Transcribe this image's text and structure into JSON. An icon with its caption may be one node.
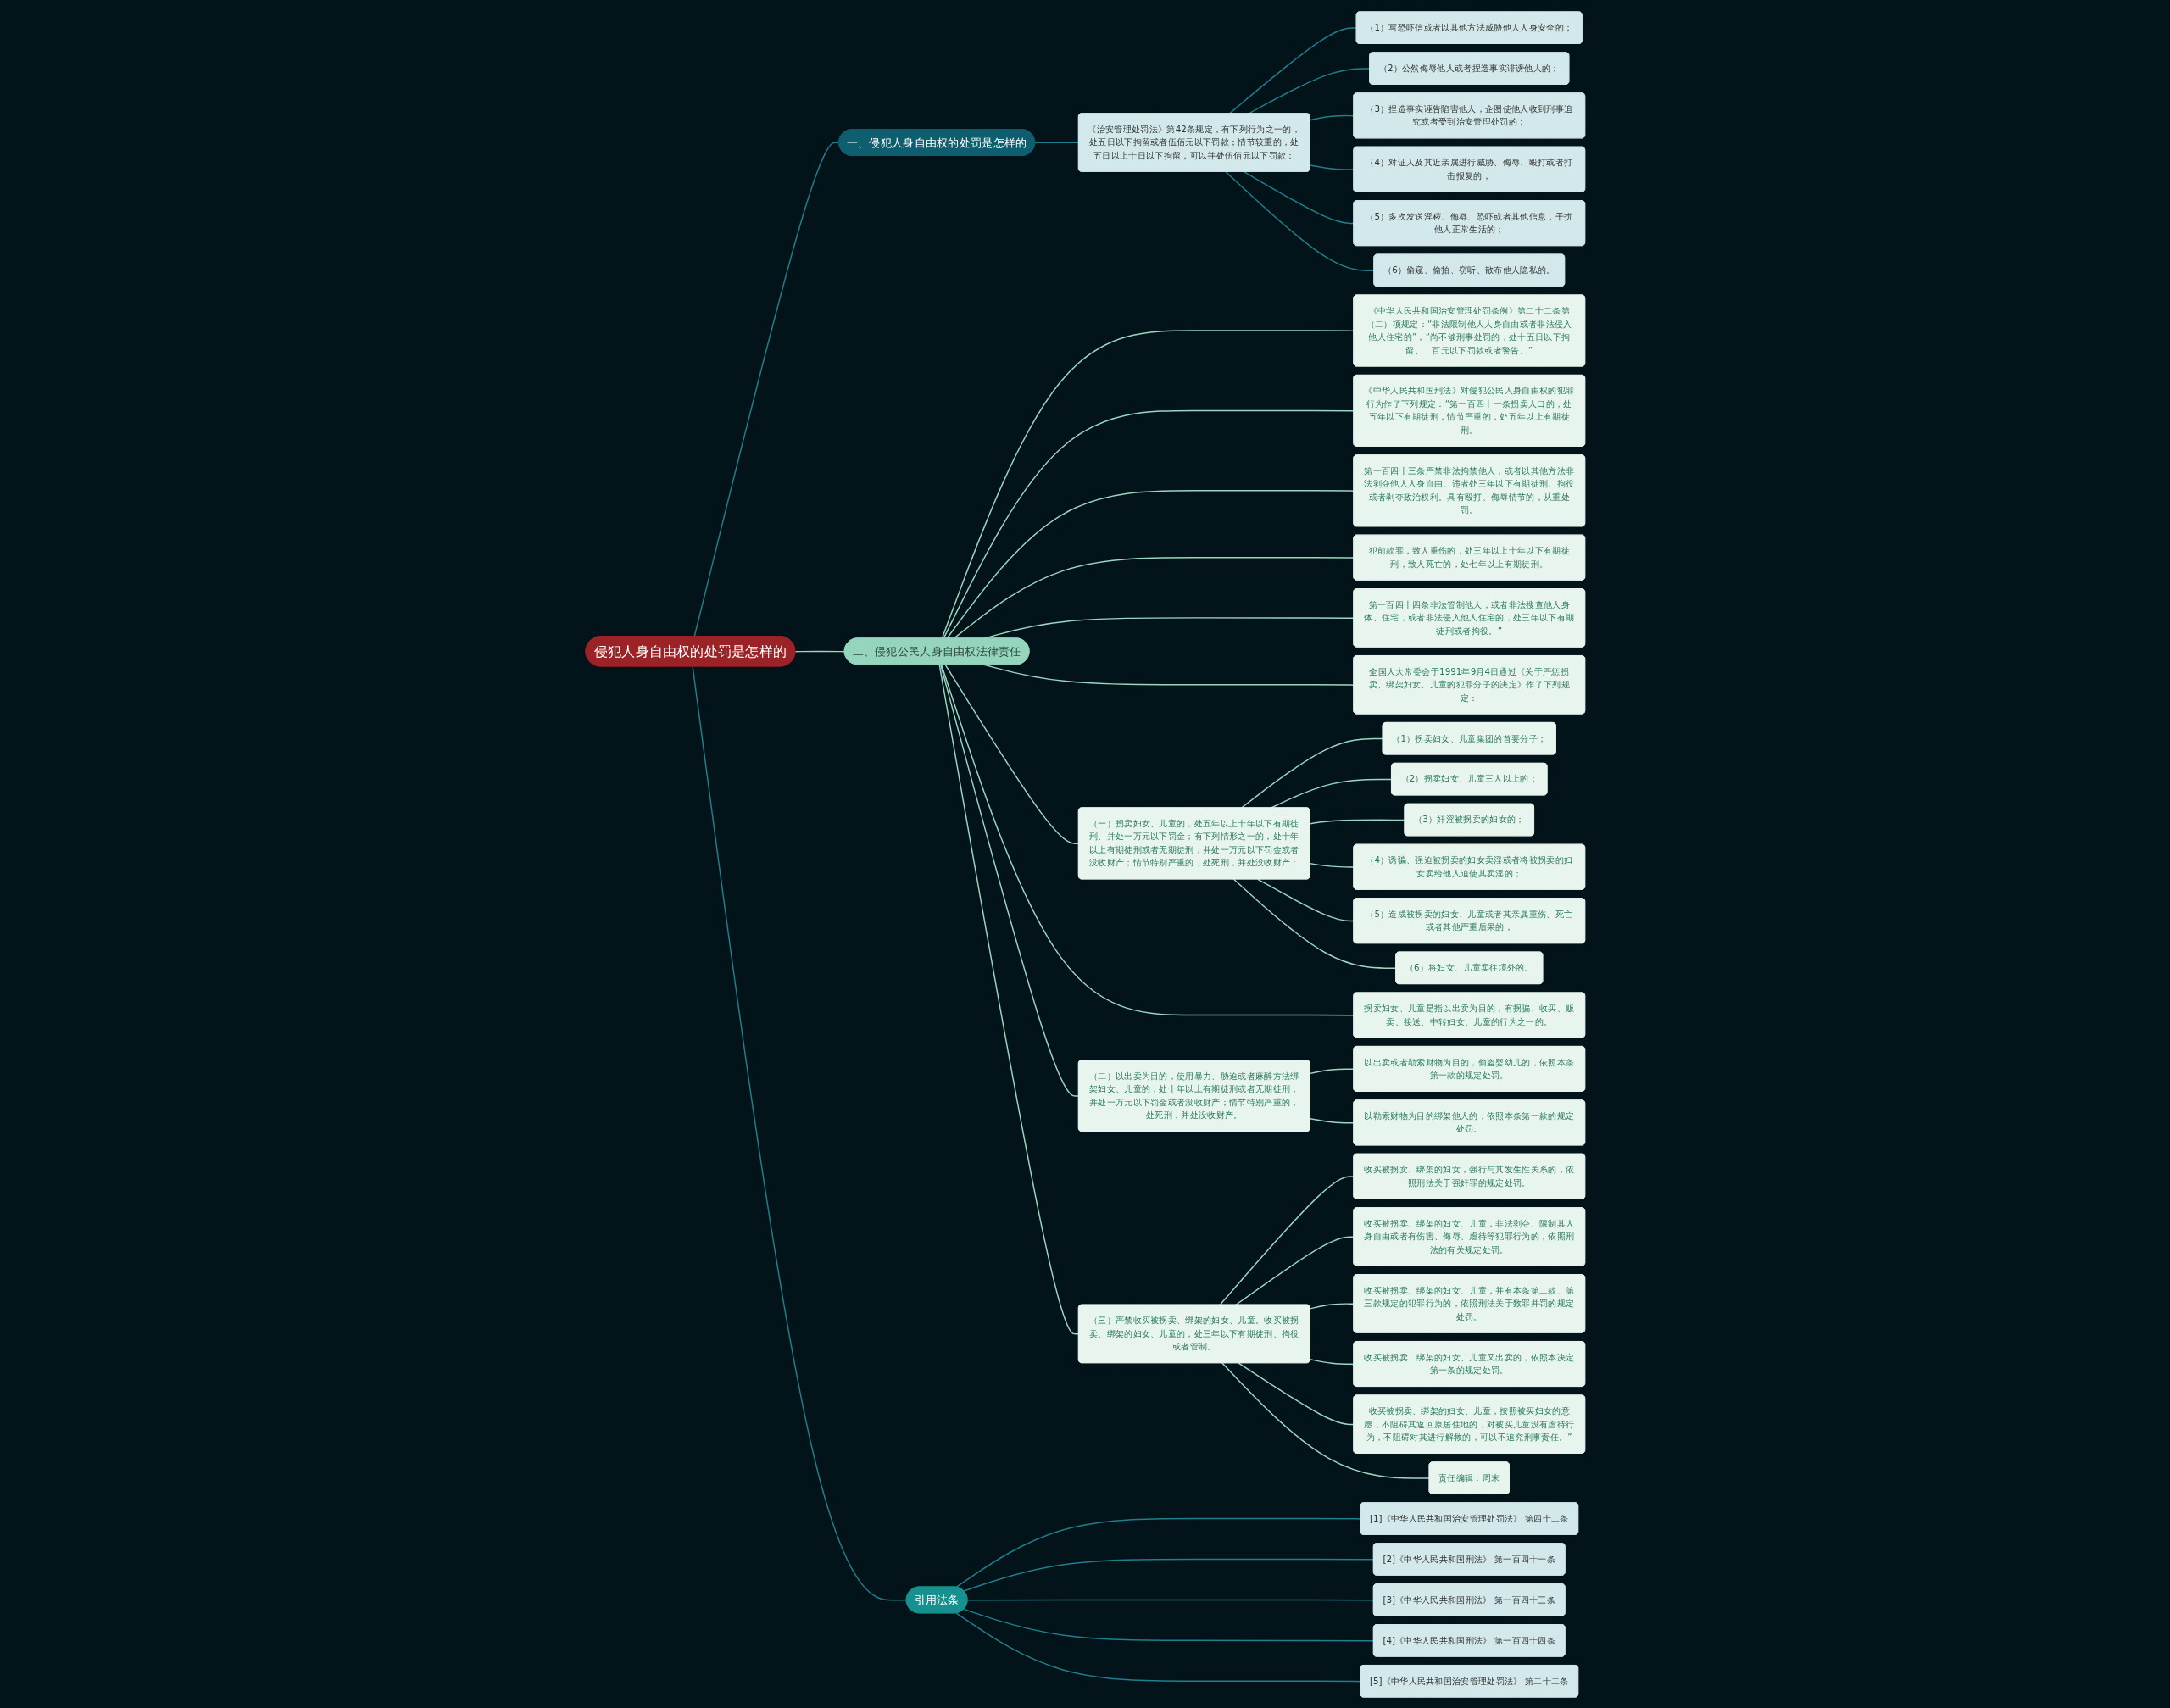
{
  "diagram": {
    "nodes": [
      {
        "text": [
          "侵犯人身自由权的处罚是怎样的"
        ]
      },
      {
        "text": [
          "一、侵犯人身自由权的处罚是怎样的"
        ]
      },
      {
        "text": [
          "《治安管理处罚法》第42条规定，有下列行为之一的，处五日以下拘留或者伍佰元以下罚款；情节较重的，处五日以上十日以下拘留，可以并处伍佰元以下罚款："
        ]
      },
      {
        "text": [
          "（1）写恐吓信或者以其他方法威胁他人人身安全的；"
        ]
      },
      {
        "text": [
          "（2）公然侮辱他人或者捏造事实诽谤他人的；"
        ]
      },
      {
        "text": [
          "（3）捏造事实诬告陷害他人，企图使他人收到刑事追究或者受到治安管理处罚的；"
        ]
      },
      {
        "text": [
          "（4）对证人及其近亲属进行威胁、侮辱、殴打或者打击报复的；"
        ]
      },
      {
        "text": [
          "（5）多次发送淫秽、侮辱、恐吓或者其他信息，干扰他人正常生活的；"
        ]
      },
      {
        "text": [
          "（6）偷窥、偷拍、窃听、散布他人隐私的。"
        ]
      },
      {
        "text": [
          "二、侵犯公民人身自由权法律责任"
        ]
      },
      {
        "text": [
          "《中华人民共和国治安管理处罚条例》第二十二条第（二）项规定：“非法限制他人人身自由或者非法侵入他人住宅的”，“尚不够刑事处罚的，处十五日以下拘留、二百元以下罚款或者警告。”"
        ]
      },
      {
        "text": [
          "《中华人民共和国刑法》对侵犯公民人身自由权的犯罪行为作了下列规定：“第一百四十一条拐卖人口的，处五年以下有期徒刑，情节严重的，处五年以上有期徒刑。"
        ]
      },
      {
        "text": [
          "第一百四十三条严禁非法拘禁他人，或者以其他方法非法剥夺他人人身自由。违者处三年以下有期徒刑、拘役或者剥夺政治权利。具有殴打、侮辱情节的，从重处罚。"
        ]
      },
      {
        "text": [
          "犯前款罪，致人重伤的，处三年以上十年以下有期徒刑，致人死亡的，处七年以上有期徒刑。"
        ]
      },
      {
        "text": [
          "第一百四十四条非法管制他人，或者非法搜查他人身体、住宅，或者非法侵入他人住宅的，处三年以下有期徒刑或者拘役。”"
        ]
      },
      {
        "text": [
          "全国人大常委会于1991年9月4日通过《关于严惩拐卖、绑架妇女、儿童的犯罪分子的决定》作了下列规定："
        ]
      },
      {
        "text": [
          "（一）拐卖妇女、儿童的，处五年以上十年以下有期徒刑、并处一万元以下罚金；有下列情形之一的，处十年以上有期徒刑或者无期徒刑，并处一万元以下罚金或者没收财产；情节特别严重的，处死刑，并处没收财产："
        ]
      },
      {
        "text": [
          "（1）拐卖妇女、儿童集团的首要分子；"
        ]
      },
      {
        "text": [
          "（2）拐卖妇女、儿童三人以上的；"
        ]
      },
      {
        "text": [
          "（3）奸淫被拐卖的妇女的；"
        ]
      },
      {
        "text": [
          "（4）诱骗、强迫被拐卖的妇女卖淫或者将被拐卖的妇女卖给他人迫使其卖淫的；"
        ]
      },
      {
        "text": [
          "（5）造成被拐卖的妇女、儿童或者其亲属重伤、死亡或者其他严重后果的；"
        ]
      },
      {
        "text": [
          "（6）将妇女、儿童卖往境外的。"
        ]
      },
      {
        "text": [
          "拐卖妇女、儿童是指以出卖为目的，有拐骗、收买、贩卖、接送、中转妇女、儿童的行为之一的。"
        ]
      },
      {
        "text": [
          "（二）以出卖为目的，使用暴力、胁迫或者麻醉方法绑架妇女、儿童的，处十年以上有期徒刑或者无期徒刑，并处一万元以下罚金或者没收财产；情节特别严重的，处死刑，并处没收财产。"
        ]
      },
      {
        "text": [
          "以出卖或者勒索财物为目的，偷盗婴幼儿的，依照本条第一款的规定处罚。"
        ]
      },
      {
        "text": [
          "以勒索财物为目的绑架他人的，依照本条第一款的规定处罚。"
        ]
      },
      {
        "text": [
          "（三）严禁收买被拐卖、绑架的妇女、儿童。收买被拐卖、绑架的妇女、儿童的，处三年以下有期徒刑、拘役或者管制。"
        ]
      },
      {
        "text": [
          "收买被拐卖、绑架的妇女，强行与其发生性关系的，依照刑法关于强奸罪的规定处罚。"
        ]
      },
      {
        "text": [
          "收买被拐卖、绑架的妇女、儿童，非法剥夺、限制其人身自由或者有伤害、侮辱、虐待等犯罪行为的，依照刑法的有关规定处罚。"
        ]
      },
      {
        "text": [
          "收买被拐卖、绑架的妇女、儿童，并有本条第二款、第三款规定的犯罪行为的，依照刑法关于数罪并罚的规定处罚。"
        ]
      },
      {
        "text": [
          "收买被拐卖、绑架的妇女、儿童又出卖的，依照本决定第一条的规定处罚。"
        ]
      },
      {
        "text": [
          "收买被拐卖、绑架的妇女、儿童，按照被买妇女的意愿，不阻碍其返回原居住地的，对被买儿童没有虐待行为，不阻碍对其进行解救的，可以不追究刑事责任。”"
        ]
      },
      {
        "text": [
          "责任编辑：周末"
        ]
      },
      {
        "text": [
          "引用法条"
        ]
      },
      {
        "text": [
          "[1]《中华人民共和国治安管理处罚法》 第四十二条"
        ]
      },
      {
        "text": [
          "[2]《中华人民共和国刑法》 第一百四十一条"
        ]
      },
      {
        "text": [
          "[3]《中华人民共和国刑法》 第一百四十三条"
        ]
      },
      {
        "text": [
          "[4]《中华人民共和国刑法》 第一百四十四条"
        ]
      },
      {
        "text": [
          "[5]《中华人民共和国治安管理处罚法》 第二十二条"
        ]
      }
    ],
    "edges": [
      {
        "from": 0,
        "to": 1,
        "arrow": "none",
        "color": "#1f7f8c"
      },
      {
        "from": 1,
        "to": 2,
        "arrow": "none",
        "color": "#1f7f8c"
      },
      {
        "from": 2,
        "to": 3,
        "arrow": "none",
        "color": "#1f7f8c"
      },
      {
        "from": 2,
        "to": 4,
        "arrow": "none",
        "color": "#1f7f8c"
      },
      {
        "from": 2,
        "to": 5,
        "arrow": "none",
        "color": "#1f7f8c"
      },
      {
        "from": 2,
        "to": 6,
        "arrow": "none",
        "color": "#1f7f8c"
      },
      {
        "from": 2,
        "to": 7,
        "arrow": "none",
        "color": "#1f7f8c"
      },
      {
        "from": 2,
        "to": 8,
        "arrow": "none",
        "color": "#1f7f8c"
      },
      {
        "from": 0,
        "to": 9,
        "arrow": "none"
      },
      {
        "from": 9,
        "to": 10,
        "arrow": "none"
      },
      {
        "from": 9,
        "to": 11,
        "arrow": "none"
      },
      {
        "from": 9,
        "to": 12,
        "arrow": "none"
      },
      {
        "from": 9,
        "to": 13,
        "arrow": "none"
      },
      {
        "from": 9,
        "to": 14,
        "arrow": "none"
      },
      {
        "from": 9,
        "to": 15,
        "arrow": "none"
      },
      {
        "from": 9,
        "to": 16,
        "arrow": "none"
      },
      {
        "from": 16,
        "to": 17,
        "arrow": "none"
      },
      {
        "from": 16,
        "to": 18,
        "arrow": "none"
      },
      {
        "from": 16,
        "to": 19,
        "arrow": "none"
      },
      {
        "from": 16,
        "to": 20,
        "arrow": "none"
      },
      {
        "from": 16,
        "to": 21,
        "arrow": "none"
      },
      {
        "from": 16,
        "to": 22,
        "arrow": "none"
      },
      {
        "from": 9,
        "to": 23,
        "arrow": "none"
      },
      {
        "from": 9,
        "to": 24,
        "arrow": "none"
      },
      {
        "from": 24,
        "to": 25,
        "arrow": "none"
      },
      {
        "from": 24,
        "to": 26,
        "arrow": "none"
      },
      {
        "from": 9,
        "to": 27,
        "arrow": "none"
      },
      {
        "from": 27,
        "to": 28,
        "arrow": "none"
      },
      {
        "from": 27,
        "to": 29,
        "arrow": "none"
      },
      {
        "from": 27,
        "to": 30,
        "arrow": "none"
      },
      {
        "from": 27,
        "to": 31,
        "arrow": "none"
      },
      {
        "from": 27,
        "to": 32,
        "arrow": "none"
      },
      {
        "from": 27,
        "to": 33,
        "arrow": "none"
      },
      {
        "from": 0,
        "to": 34,
        "arrow": "none",
        "color": "#1f7f8c"
      },
      {
        "from": 34,
        "to": 35,
        "arrow": "none",
        "color": "#1f7f8c"
      },
      {
        "from": 34,
        "to": 36,
        "arrow": "none",
        "color": "#1f7f8c"
      },
      {
        "from": 34,
        "to": 37,
        "arrow": "none",
        "color": "#1f7f8c"
      },
      {
        "from": 34,
        "to": 38,
        "arrow": "none",
        "color": "#1f7f8c"
      },
      {
        "from": 34,
        "to": 39,
        "arrow": "none",
        "color": "#1f7f8c"
      }
    ]
  }
}
